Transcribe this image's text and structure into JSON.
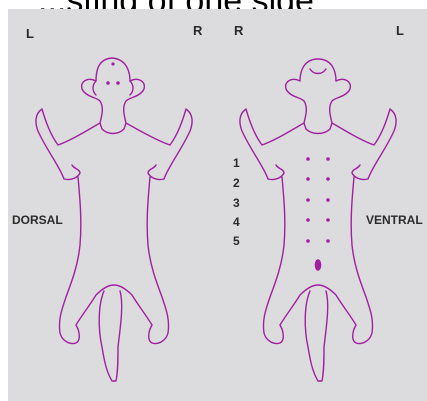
{
  "header": {
    "caption_fragment": "...sting of one side"
  },
  "dorsal_view": {
    "left_label": "L",
    "right_label": "R",
    "side_label": "DORSAL"
  },
  "ventral_view": {
    "left_label": "L",
    "right_label": "R",
    "side_label": "VENTRAL",
    "mammary_numbers": [
      "1",
      "2",
      "3",
      "4",
      "5"
    ]
  },
  "colors": {
    "outline": "#a020a0",
    "background": "#dcdcde",
    "text": "#2a2a2a"
  }
}
